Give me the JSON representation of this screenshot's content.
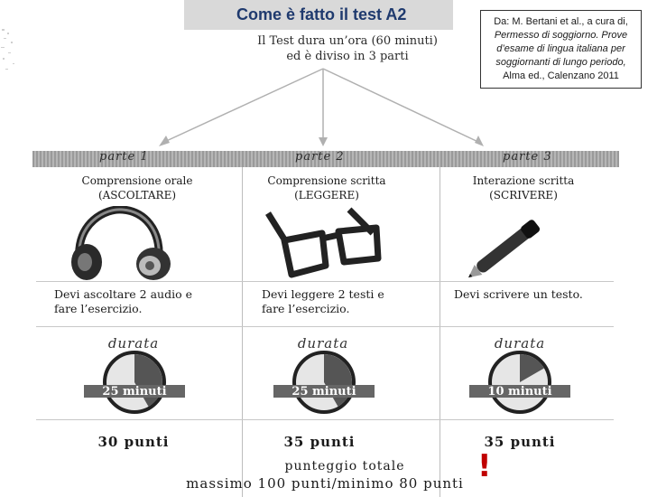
{
  "title": "Come è fatto il test A2",
  "source": {
    "line1": "Da: M. Bertani et al., a cura di,",
    "line2": "Permesso di soggiorno. Prove d’esame di lingua italiana per soggiornanti di lungo periodo,",
    "line3": "Alma ed., Calenzano 2011"
  },
  "intro": {
    "line1": "Il Test dura un’ora (60 minuti)",
    "line2": "ed è diviso in 3 parti"
  },
  "parts": [
    {
      "label": "parte 1",
      "title": "Comprensione orale",
      "subtitle": "(ASCOLTARE)",
      "icon": "headphones-icon",
      "desc1": "Devi ascoltare 2 audio e",
      "desc2": "fare l’esercizio.",
      "durata": "durata",
      "minutes_text": "25 minuti",
      "minutes": 25,
      "points": "30 punti"
    },
    {
      "label": "parte 2",
      "title": "Comprensione scritta",
      "subtitle": "(LEGGERE)",
      "icon": "glasses-icon",
      "desc1": "Devi leggere 2 testi e",
      "desc2": "fare l’esercizio.",
      "durata": "durata",
      "minutes_text": "25 minuti",
      "minutes": 25,
      "points": "35 punti"
    },
    {
      "label": "parte 3",
      "title": "Interazione scritta",
      "subtitle": "(SCRIVERE)",
      "icon": "pen-icon",
      "desc1": "Devi scrivere un testo.",
      "desc2": "",
      "durata": "durata",
      "minutes_text": "10 minuti",
      "minutes": 10,
      "points": "35 punti"
    }
  ],
  "total": {
    "line1": "punteggio totale",
    "line2": "massimo 100 punti/minimo 80 punti"
  },
  "exclamation": "!",
  "colors": {
    "title_text": "#1f3a6e",
    "title_bg": "#d9d9d9",
    "accent": "#c00000",
    "clock_fill": "#555555"
  }
}
